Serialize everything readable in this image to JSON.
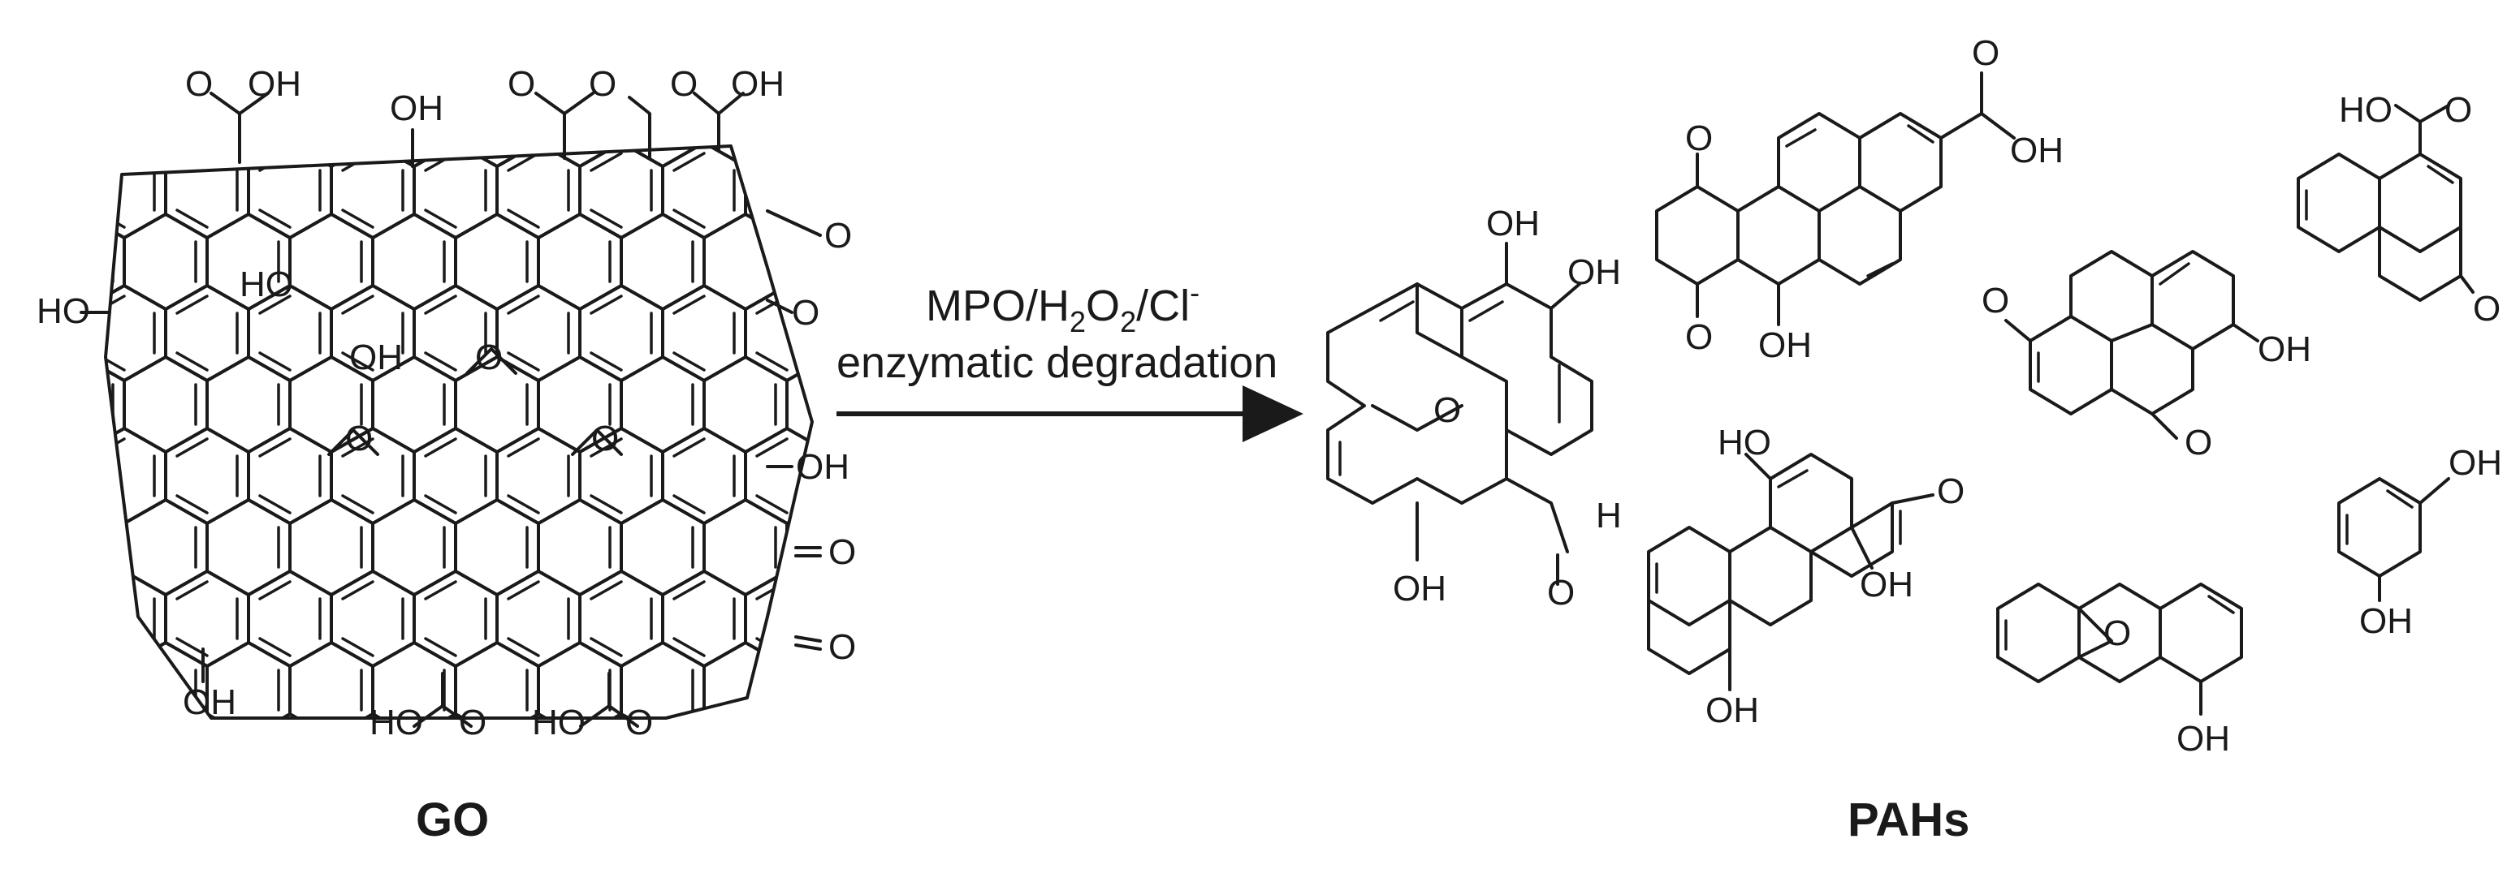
{
  "reaction": {
    "reagent_line1_main": "MPO/H",
    "reagent_line1_sub1": "2",
    "reagent_line1_mid": "O",
    "reagent_line1_sub2": "2",
    "reagent_line1_end": "/Cl",
    "reagent_line1_sup": "-",
    "reagent_line2": "enzymatic degradation"
  },
  "labels": {
    "reactant": "GO",
    "products": "PAHs"
  },
  "atoms": {
    "oh": "OH",
    "ho": "HO",
    "o": "O",
    "h": "H"
  }
}
